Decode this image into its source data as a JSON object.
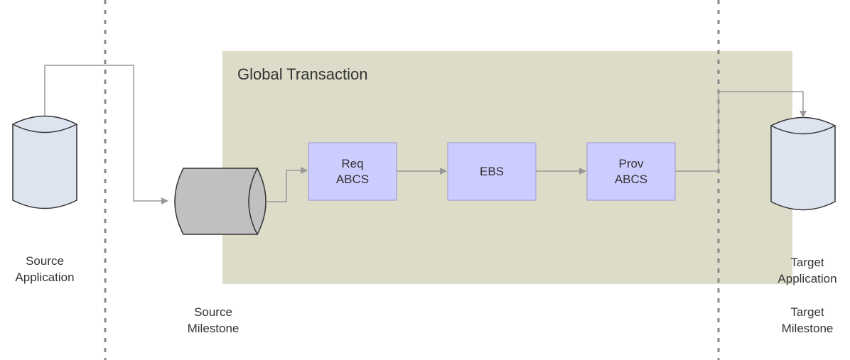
{
  "region": {
    "title": "Global Transaction"
  },
  "boxes": {
    "req_abcs": [
      "Req",
      "ABCS"
    ],
    "ebs": [
      "EBS"
    ],
    "prov_abcs": [
      "Prov",
      "ABCS"
    ]
  },
  "labels": {
    "source_application": [
      "Source",
      "Application"
    ],
    "source_milestone": [
      "Source",
      "Milestone"
    ],
    "target_application": [
      "Target",
      "Application"
    ],
    "target_milestone": [
      "Target",
      "Milestone"
    ]
  },
  "colors": {
    "region_fill": "#dcdcc8",
    "box_fill": "#ccccff",
    "box_stroke": "#9999cc",
    "db_fill": "#dde4f0",
    "queue_fill": "#c0c0c0",
    "arrow": "#999999",
    "divider": "#888888"
  }
}
